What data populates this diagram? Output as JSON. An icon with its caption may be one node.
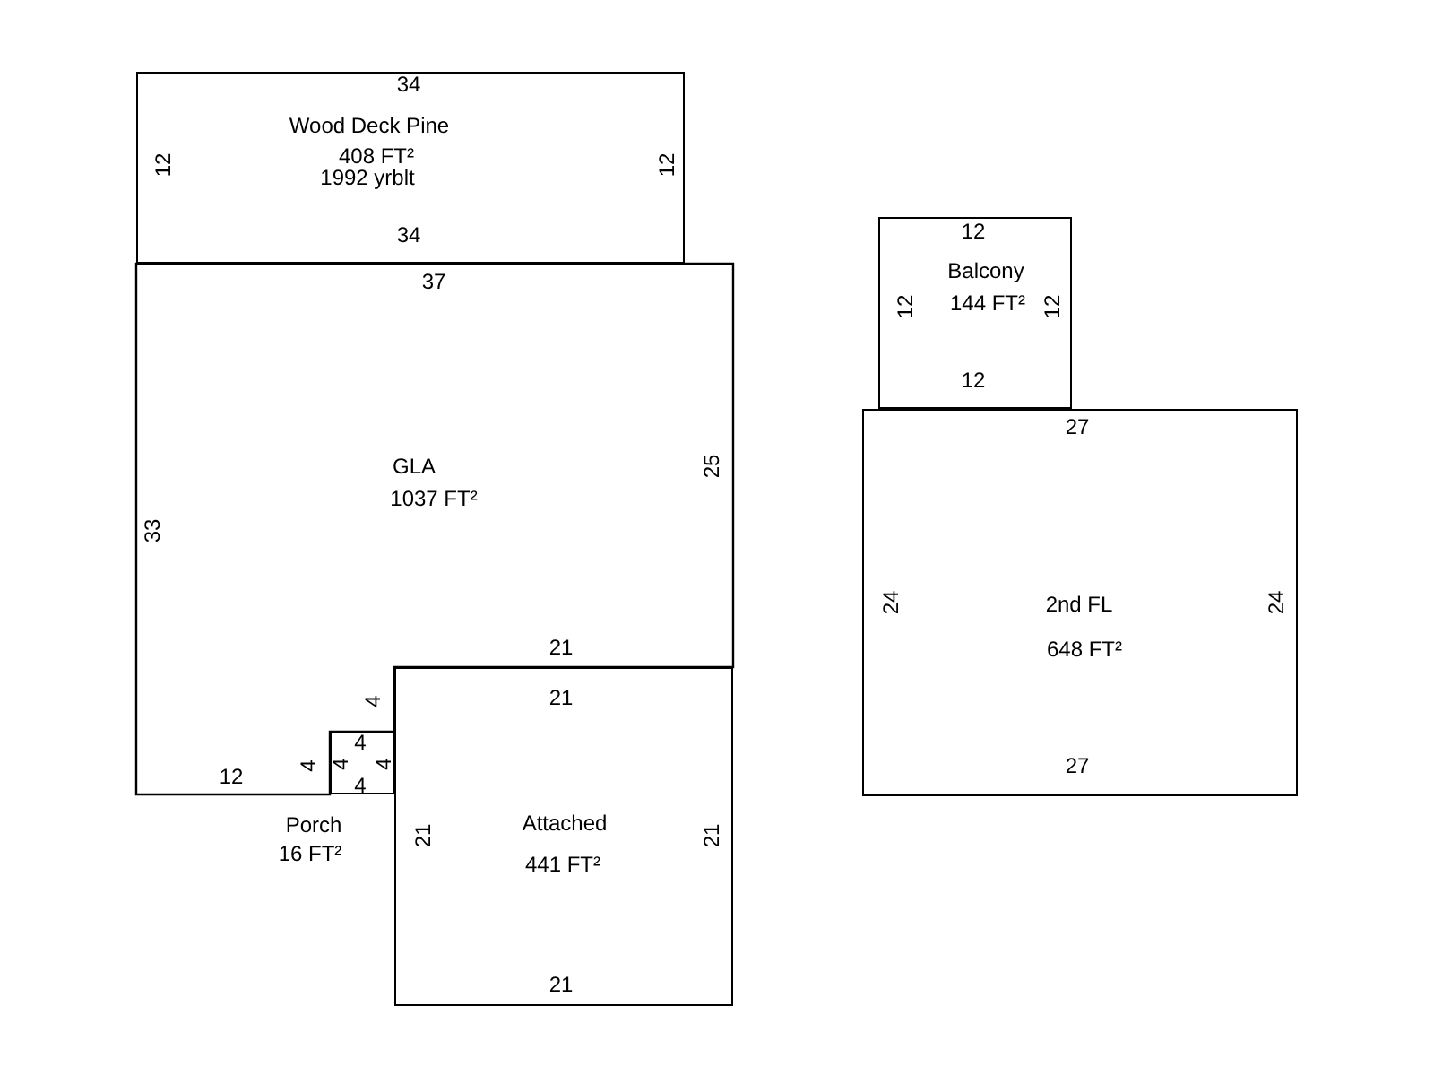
{
  "diagram": {
    "nodes": [
      {
        "text": [
          "Wood Deck Pine",
          "408 FT²",
          "1992 yrblt"
        ]
      },
      {
        "text": [
          "GLA",
          "1037 FT²"
        ]
      },
      {
        "text": [
          "Porch",
          "16 FT²"
        ]
      },
      {
        "text": [
          "Attached",
          "441 FT²"
        ]
      },
      {
        "text": [
          "Balcony",
          "144 FT²"
        ]
      },
      {
        "text": [
          "2nd FL",
          "648 FT²"
        ]
      }
    ],
    "labels": [
      "34",
      "12",
      "12",
      "34",
      "37",
      "25",
      "33",
      "21",
      "4",
      "21",
      "4",
      "4",
      "4",
      "4",
      "12",
      "4",
      "21",
      "21",
      "21",
      "12",
      "12",
      "12",
      "12",
      "27",
      "24",
      "24",
      "27"
    ]
  }
}
